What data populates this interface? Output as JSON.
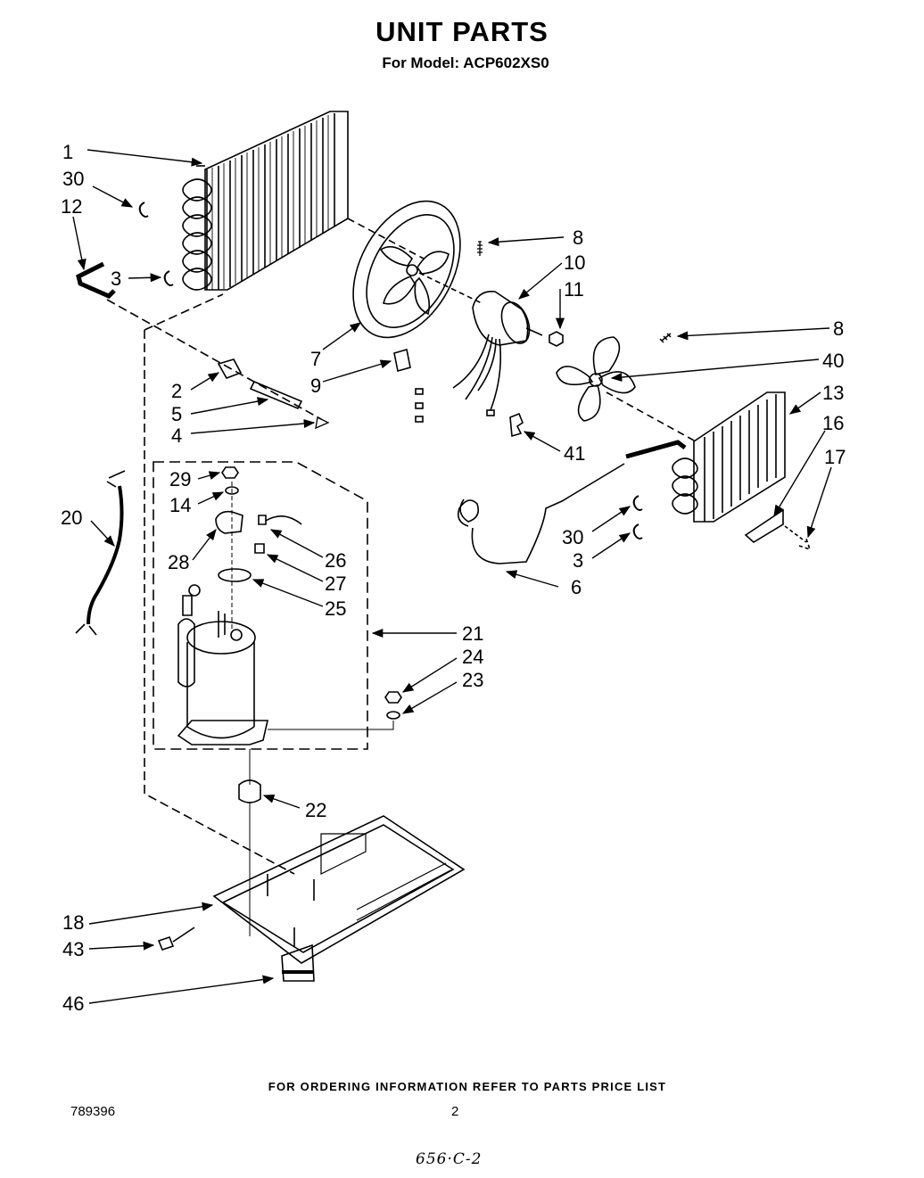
{
  "header": {
    "title": "UNIT PARTS",
    "subtitle": "For Model: ACP602XS0"
  },
  "callouts": [
    "1",
    "30",
    "12",
    "3",
    "7",
    "9",
    "2",
    "5",
    "4",
    "8",
    "10",
    "11",
    "8",
    "40",
    "13",
    "16",
    "17",
    "41",
    "30",
    "3",
    "6",
    "29",
    "14",
    "20",
    "28",
    "26",
    "27",
    "25",
    "21",
    "24",
    "23",
    "22",
    "18",
    "43",
    "46"
  ],
  "footer": {
    "note": "FOR ORDERING INFORMATION REFER TO PARTS PRICE LIST",
    "doc_number": "789396",
    "page_number": "2",
    "handwritten": "656·C-2"
  }
}
